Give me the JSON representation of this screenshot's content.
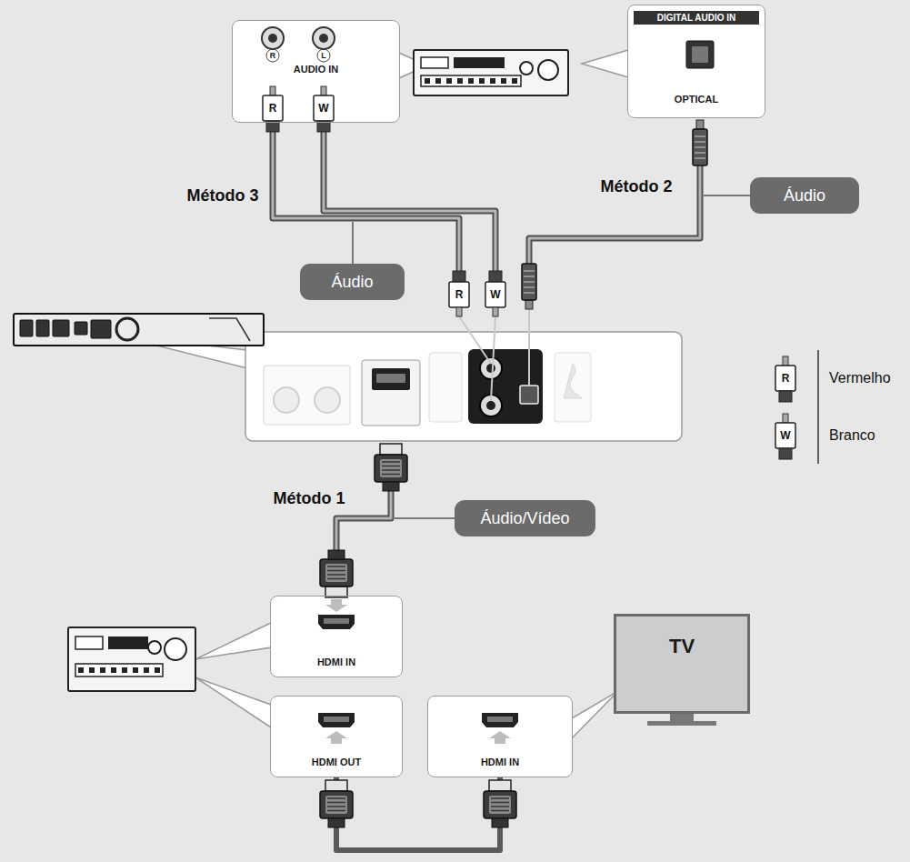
{
  "diagram": {
    "nodes": [
      {
        "text": [
          "AUDIO IN"
        ]
      },
      {
        "text": [
          "DIGITAL AUDIO IN",
          "OPTICAL"
        ]
      },
      {
        "text": [
          "Áudio"
        ]
      },
      {
        "text": [
          "Áudio"
        ]
      },
      {
        "text": [
          "Áudio/Vídeo"
        ]
      },
      {
        "text": [
          "HDMI IN"
        ]
      },
      {
        "text": [
          "HDMI OUT"
        ]
      },
      {
        "text": [
          "HDMI IN"
        ]
      },
      {
        "text": [
          "TV"
        ]
      }
    ],
    "edges": [
      {
        "from": 6,
        "to": 7,
        "arrow": "none"
      }
    ],
    "labels": [
      "R",
      "L",
      "R",
      "W",
      "Método 3",
      "Método 2",
      "R",
      "W",
      "Método 1",
      "R",
      "W"
    ],
    "legend": [
      {
        "text": "Vermelho"
      },
      {
        "text": "Branco"
      }
    ]
  }
}
